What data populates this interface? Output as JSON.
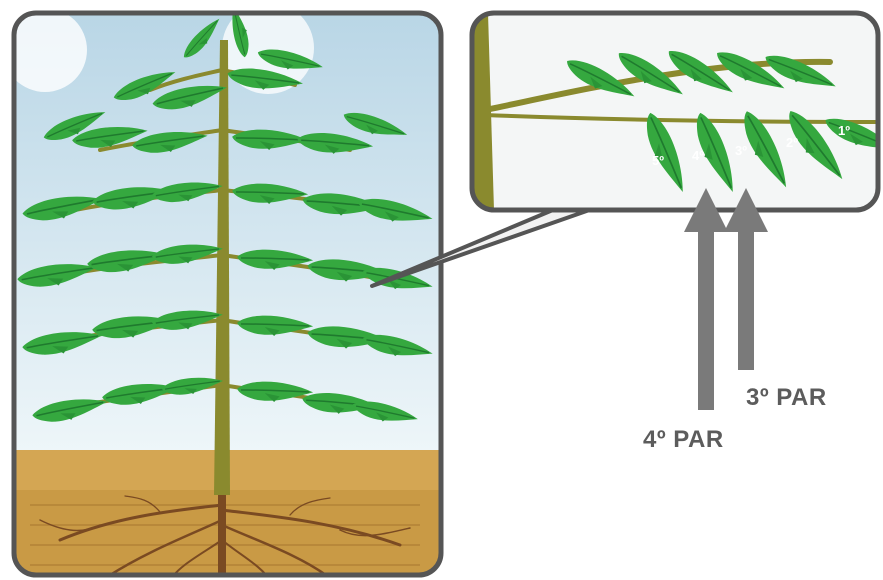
{
  "leaf_pairs": [
    "5º",
    "4º",
    "3º",
    "2º",
    "1º"
  ],
  "labels": {
    "third_pair": "3º PAR",
    "fourth_pair": "4º PAR"
  },
  "colors": {
    "leaf": "#35a83f",
    "leaf_dark": "#1f7a2e",
    "stem": "#8a8a2e",
    "soil": "#c99a45",
    "sky": "#cfe3ee",
    "frame": "#555555",
    "arrow": "#7a7a7a"
  }
}
